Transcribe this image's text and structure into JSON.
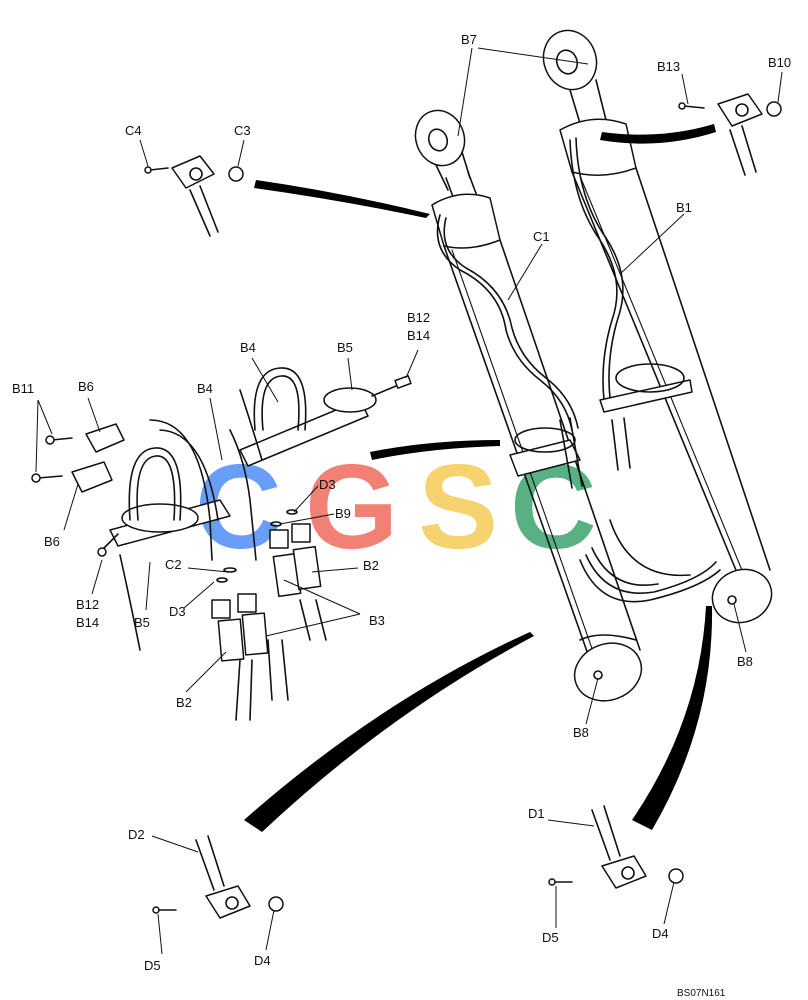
{
  "diagram_code": "BS07N161",
  "watermark": {
    "letters": [
      "C",
      "G",
      "S",
      "C"
    ],
    "colors": [
      "#4f8ef7",
      "#ef6c5e",
      "#f6cc56",
      "#3aa46e"
    ]
  },
  "labels": {
    "b7": "B7",
    "b13": "B13",
    "b10": "B10",
    "c4": "C4",
    "c3": "C3",
    "b1": "B1",
    "c1": "C1",
    "b12_top": "B12",
    "b14_top": "B14",
    "b4_upper": "B4",
    "b5_upper": "B5",
    "b11": "B11",
    "b6_upper": "B6",
    "b4_lower": "B4",
    "d3_upper": "D3",
    "b9": "B9",
    "b6_lower": "B6",
    "c2": "C2",
    "b2_right": "B2",
    "d3_lower": "D3",
    "b3": "B3",
    "b12_bottom": "B12",
    "b14_bottom": "B14",
    "b5_lower": "B5",
    "b2_lower": "B2",
    "b8_right": "B8",
    "b8_lower": "B8",
    "d1": "D1",
    "d2": "D2",
    "d5_left": "D5",
    "d4_left": "D4",
    "d5_right": "D5",
    "d4_right": "D4"
  }
}
